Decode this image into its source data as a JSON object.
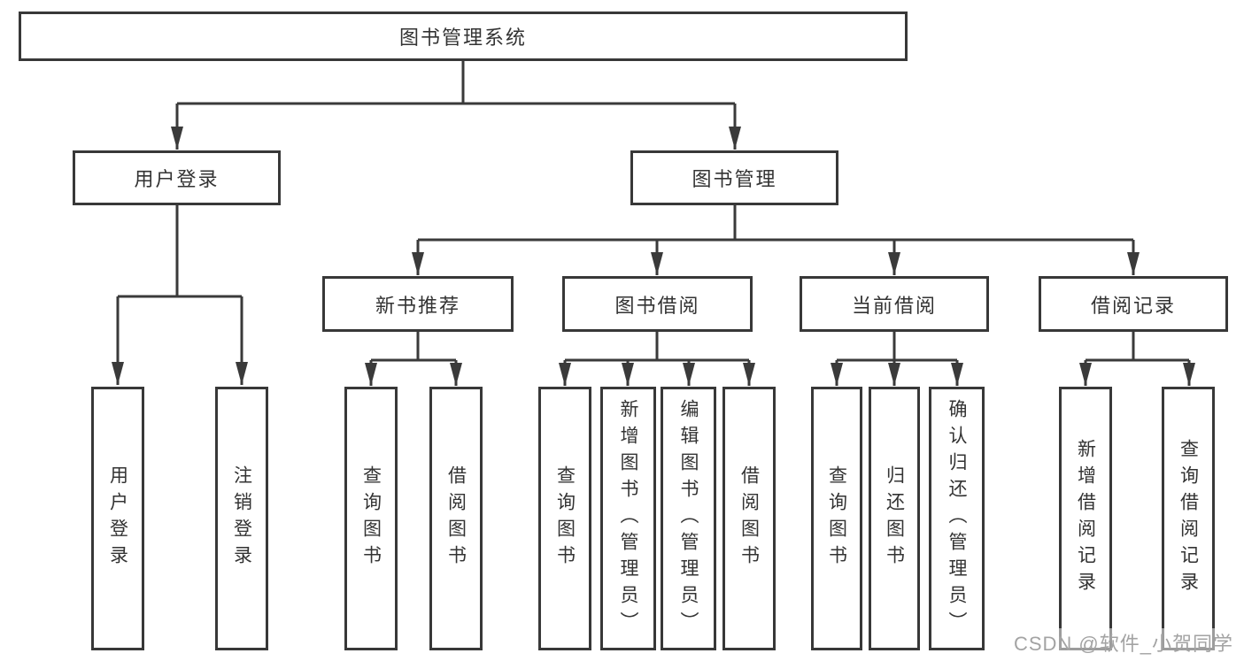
{
  "diagram": {
    "root": {
      "label": "图书管理系统"
    },
    "branches": [
      {
        "label": "用户登录",
        "children": [
          {
            "label": "用户登录"
          },
          {
            "label": "注销登录"
          }
        ]
      },
      {
        "label": "图书管理",
        "children": [
          {
            "label": "新书推荐",
            "children": [
              {
                "label": "查询图书"
              },
              {
                "label": "借阅图书"
              }
            ]
          },
          {
            "label": "图书借阅",
            "children": [
              {
                "label": "查询图书"
              },
              {
                "label": "新增图书（管理员）"
              },
              {
                "label": "编辑图书（管理员）"
              },
              {
                "label": "借阅图书"
              }
            ]
          },
          {
            "label": "当前借阅",
            "children": [
              {
                "label": "查询图书"
              },
              {
                "label": "归还图书"
              },
              {
                "label": "确认归还（管理员）"
              }
            ]
          },
          {
            "label": "借阅记录",
            "children": [
              {
                "label": "新增借阅记录"
              },
              {
                "label": "查询借阅记录"
              }
            ]
          }
        ]
      }
    ],
    "colors": {
      "line": "#3a3a3a",
      "box_border": "#383838",
      "text": "#333333",
      "background": "#ffffff",
      "watermark": "#a3a3a3"
    }
  },
  "watermark": {
    "text": "CSDN @软件_小贺同学"
  }
}
